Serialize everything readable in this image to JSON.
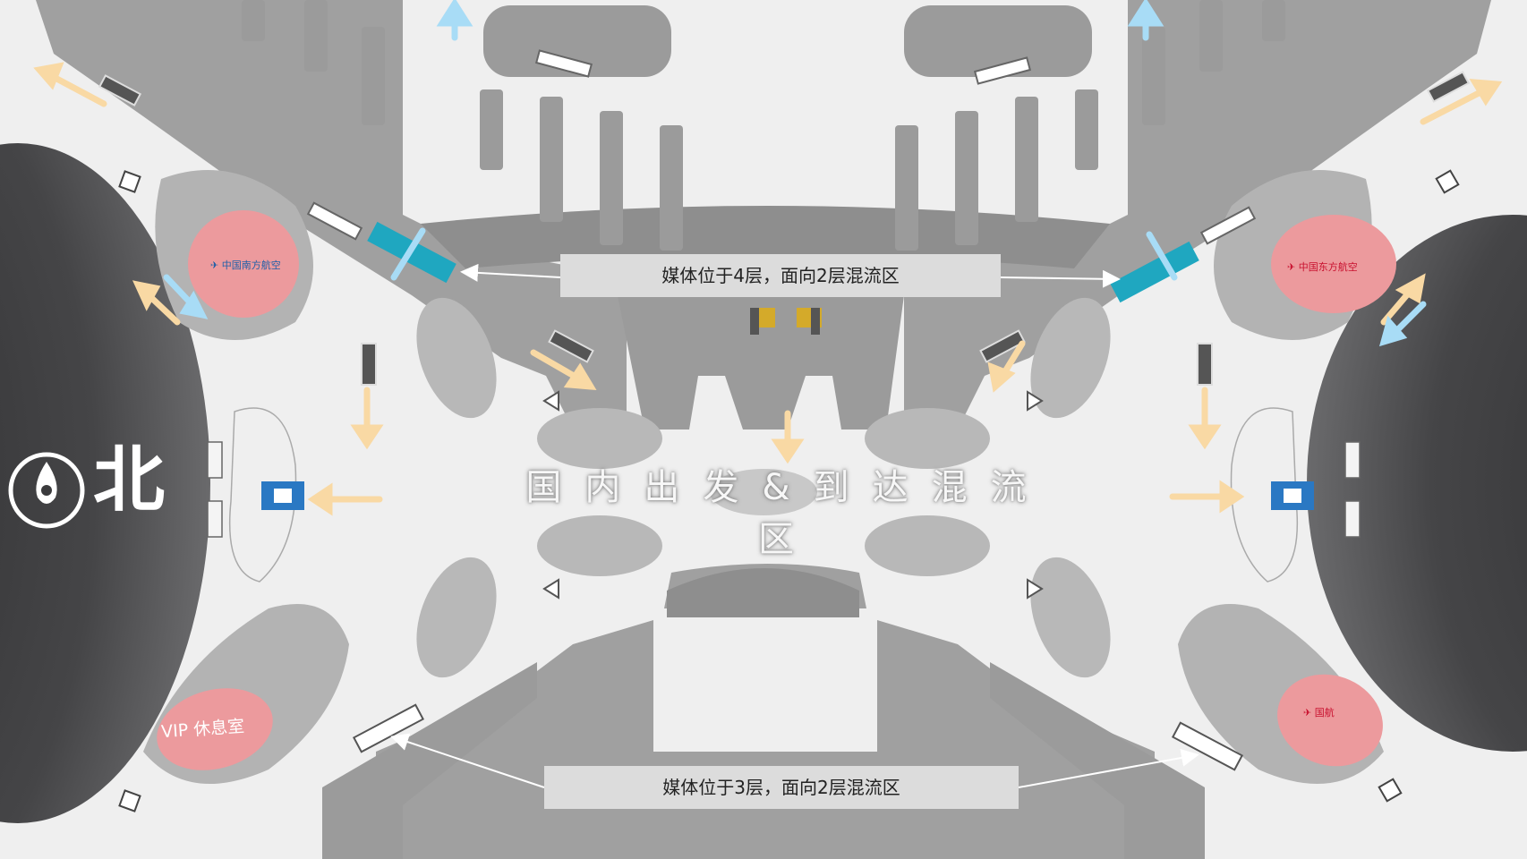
{
  "zone_title": "国内出发&到达混流区",
  "north_label": "北",
  "callouts": {
    "upper": "媒体位于4层，面向2层混流区",
    "lower": "媒体位于3层，面向2层混流区"
  },
  "vip_lounge_label": "VIP 休息室",
  "colors": {
    "background": "#efefef",
    "building": "#9b9b9b",
    "building_light": "#b9b9b9",
    "outer_dark": "#3b3b3d",
    "media_highlight": "#1fa7c0",
    "airline_area": "#ec9a9d",
    "flow_arrow": "#f9d9a4",
    "flow_arrow_blue": "#a8dcf6",
    "elevator": "#2a78c3",
    "toilet": "#d4aa2a"
  },
  "airlines": [
    "china-southern-logo",
    "china-eastern-logo",
    "air-china-logo"
  ]
}
